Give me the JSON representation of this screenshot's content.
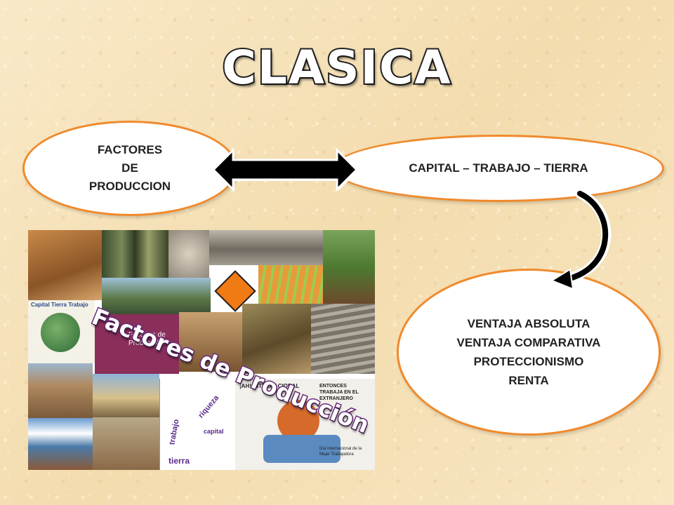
{
  "title": "CLASICA",
  "factores": {
    "line1": "FACTORES",
    "line2": "DE",
    "line3": "PRODUCCION"
  },
  "capital": "CAPITAL – TRABAJO – TIERRA",
  "ventajas": [
    "VENTAJA ABSOLUTA",
    "VENTAJA COMPARATIVA",
    "PROTECCIONISMO",
    "RENTA"
  ],
  "collage": {
    "overlay_title": "Factores de Producción",
    "panel_text": "Factores de Producción",
    "globe_text": "Capital Tierra Trabajo",
    "comic_left_words": [
      "trabajo",
      "riqueza",
      "capital",
      "tierra"
    ],
    "comic_right_bubble": "¡AH! INTERNACIONAL",
    "comic_right_banner": "ENTONCES TRABAJA EN EL EXTRANJERO",
    "comic_right_footer": "Día Internacional de la Mujer Trabajadora"
  },
  "colors": {
    "ellipse_border": "#f08a2c",
    "title_stroke": "#222222",
    "background": "#f7e4bd"
  }
}
